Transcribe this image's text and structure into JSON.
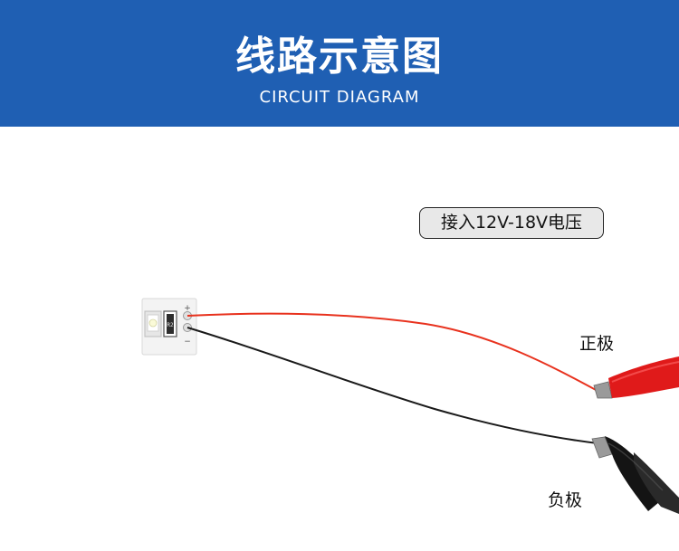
{
  "header": {
    "title_cn": "线路示意图",
    "title_en": "CIRCUIT DIAGRAM",
    "background": "#1f5fb3"
  },
  "voltage_tag": "接入12V-18V电压",
  "labels": {
    "positive": "正极",
    "negative": "负极"
  },
  "board": {
    "plus_mark": "+",
    "minus_mark": "−",
    "resistor_text": "R2"
  },
  "colors": {
    "red_wire": "#e8321e",
    "black_wire": "#1a1a1a",
    "red_clip": "#e01a1a",
    "black_clip": "#141414"
  }
}
